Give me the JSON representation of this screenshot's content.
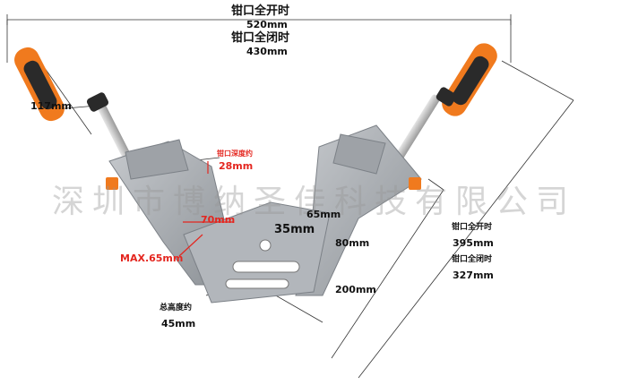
{
  "labels": {
    "top_open": "钳口全开时",
    "top_open_val": "520mm",
    "top_closed": "钳口全闭时",
    "top_closed_val": "430mm",
    "handle_len": "117mm",
    "jaw_depth_title": "钳口深度约",
    "jaw_depth_val": "28mm",
    "w70": "70mm",
    "w65": "65mm",
    "w35": "35mm",
    "h80": "80mm",
    "max65": "MAX.65mm",
    "w200": "200mm",
    "total_h_title": "总高度约",
    "total_h_val": "45mm",
    "right_open": "钳口全开时",
    "right_open_val": "395mm",
    "right_closed": "钳口全闭时",
    "right_closed_val": "327mm"
  },
  "watermark": "深圳市博纳圣佳科技有限公司",
  "colors": {
    "metal": "#a9adb2",
    "metal_dark": "#80858b",
    "handle_orange": "#f07a1e",
    "handle_black": "#2a2a2a",
    "annotation_red": "#e4261f"
  }
}
